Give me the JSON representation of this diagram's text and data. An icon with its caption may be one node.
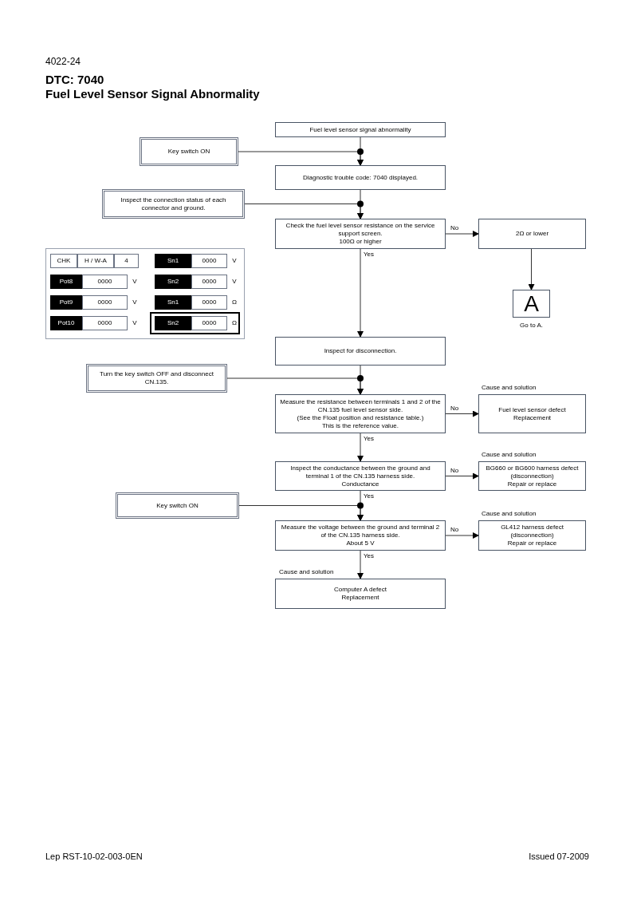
{
  "diagram": {
    "title": "Fuel Level Sensor Signal Abnormality",
    "nodes": [
      {
        "text": [
          "Fuel level sensor signal abnormality"
        ]
      },
      {
        "text": [
          "Key switch ON"
        ]
      },
      {
        "text": [
          "Diagnostic trouble code: 7040 displayed."
        ]
      },
      {
        "text": [
          "Inspect the connection status of each connector and ground."
        ]
      },
      {
        "text": [
          "Check the fuel level sensor resistance on the service support screen.",
          "100Ω or higher"
        ]
      },
      {
        "text": [
          "2Ω or lower"
        ]
      },
      {
        "text": [
          "A"
        ],
        "beside": [
          "Go to A."
        ]
      },
      {
        "text": [
          "Inspect for disconnection."
        ]
      },
      {
        "text": [
          "Turn the key switch OFF and disconnect CN.135."
        ]
      },
      {
        "text": [
          "Measure the resistance between terminals 1 and 2 of the CN.135 fuel level sensor side.",
          "(See the Float position and resistance table.)",
          "This is the reference value."
        ]
      },
      {
        "text": [
          "Cause and solution",
          "Fuel level sensor defect",
          "Replacement"
        ]
      },
      {
        "text": [
          "Inspect the conductance between the ground and terminal 1 of the CN.135 harness side.",
          "Conductance"
        ]
      },
      {
        "text": [
          "Cause and solution",
          "BG660 or BG600 harness defect",
          "(disconnection)",
          "Repair or replace"
        ]
      },
      {
        "text": [
          "Key switch ON"
        ]
      },
      {
        "text": [
          "Measure the voltage between the ground and terminal 2 of the CN.135 harness side.",
          "About 5 V"
        ]
      },
      {
        "text": [
          "Cause and solution",
          "GL412 harness defect",
          "(disconnection)",
          "Repair or replace"
        ]
      },
      {
        "text": [
          "Cause and solution",
          "Computer A defect",
          "Replacement"
        ]
      }
    ],
    "edges": [
      {
        "from": 0,
        "to": 2,
        "arrow": "to"
      },
      {
        "from": 1,
        "to": 2,
        "arrow": "to"
      },
      {
        "from": 2,
        "to": 4,
        "arrow": "to"
      },
      {
        "from": 3,
        "to": 4,
        "arrow": "to"
      },
      {
        "from": 4,
        "to": 5,
        "arrow": "to",
        "label": "No"
      },
      {
        "from": 4,
        "to": 7,
        "arrow": "to",
        "label": "Yes"
      },
      {
        "from": 5,
        "to": 6,
        "arrow": "to"
      },
      {
        "from": 7,
        "to": 9,
        "arrow": "to"
      },
      {
        "from": 8,
        "to": 9,
        "arrow": "to"
      },
      {
        "from": 9,
        "to": 10,
        "arrow": "to",
        "label": "No"
      },
      {
        "from": 9,
        "to": 11,
        "arrow": "to",
        "label": "Yes"
      },
      {
        "from": 11,
        "to": 12,
        "arrow": "to",
        "label": "No"
      },
      {
        "from": 11,
        "to": 14,
        "arrow": "to",
        "label": "Yes"
      },
      {
        "from": 13,
        "to": 14,
        "arrow": "to"
      },
      {
        "from": 14,
        "to": 15,
        "arrow": "to",
        "label": "No"
      },
      {
        "from": 14,
        "to": 16,
        "arrow": "to",
        "label": "Yes"
      }
    ],
    "labels": [
      "4022-24",
      "DTC: 7040",
      "CHK",
      "H / W-A",
      "4",
      "Sn1",
      "0000",
      "V",
      "Pot8",
      "0000",
      "V",
      "Sn2",
      "0000",
      "V",
      "Pot9",
      "0000",
      "V",
      "Sn1",
      "0000",
      "Ω",
      "Pot10",
      "0000",
      "V",
      "Sn2",
      "0000",
      "Ω",
      "Lep RST-10-02-003-0EN",
      "Issued 07-2009"
    ]
  }
}
